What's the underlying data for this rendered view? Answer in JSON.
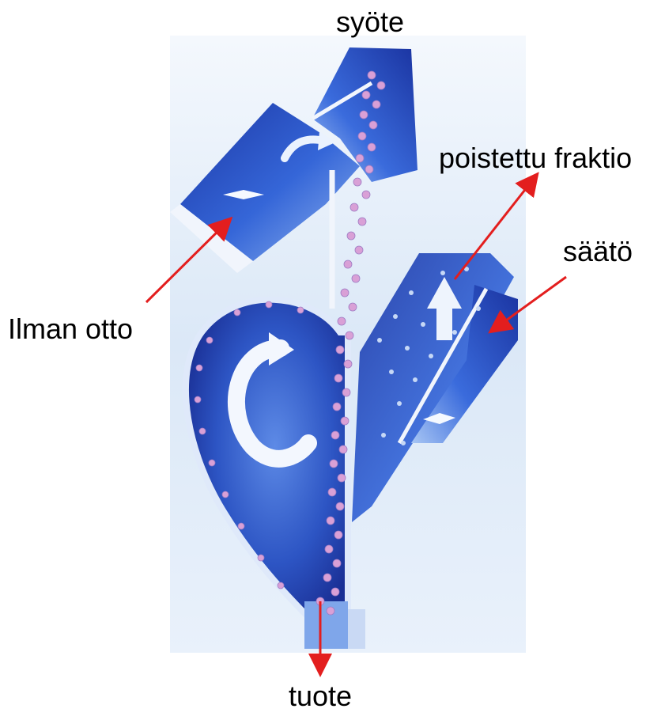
{
  "labels": {
    "feed": "syöte",
    "removed_fraction": "poistettu fraktio",
    "adjustment": "säätö",
    "air_intake": "Ilman otto",
    "product": "tuote"
  },
  "colors": {
    "duct_dark": "#1f3fae",
    "duct_mid": "#3f6ee0",
    "duct_light": "#9fc0f2",
    "background_panel": "#dfeaf8",
    "particle": "#d9a0d6",
    "arrow": "#e31e1e"
  }
}
